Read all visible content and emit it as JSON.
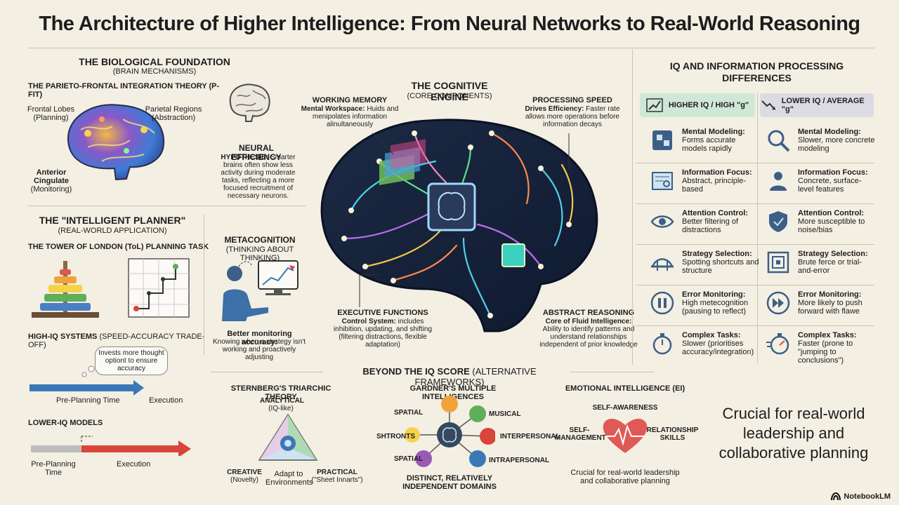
{
  "title": "The Architecture of Higher Intelligence: From Neural Networks to Real-World Reasoning",
  "bio": {
    "title": "THE BIOLOGICAL FOUNDATION",
    "subtitle": "(BRAIN MECHANISMS)",
    "theory": "THE PARIETO-FRONTAL INTEGRATION THEORY (P-FIT)",
    "frontal": "Frontal Lobes",
    "frontal_sub": "(Planning)",
    "parietal": "Parietal Regions",
    "parietal_sub": "(Abstraction)",
    "cingulate": "Anterior Cingulate",
    "cingulate_sub": "(Monitoring)",
    "efficiency_title": "NEURAL EFFICIENCY",
    "efficiency_lead": "HYPOTHESIS:",
    "efficiency_text": "Smarter brains often show less activity during moderate tasks, reflecting a more focused recruitment of necessary neurons."
  },
  "planner": {
    "title": "THE \"INTELLIGENT PLANNER\"",
    "subtitle": "(REAL-WORLD APPLICATION)",
    "task": "THE TOWER OF LONDON (ToL) PLANNING TASK",
    "high_title": "HIGH-IQ SYSTEMS",
    "high_sub": "(SPEED-ACCURACY TRADE-OFF)",
    "bubble": "Invests more thought optiont to ensure accuracy",
    "high_pre": "Pre-Planning Time",
    "high_exec": "Execution",
    "low_title": "LOWER-IQ MODELS",
    "low_pre": "Pre-Planning Time",
    "low_exec": "Execution"
  },
  "meta": {
    "title": "METACOGNITION",
    "subtitle": "(THINKING ABOUT THINKING)",
    "lead": "Better monitoring accuracy:",
    "text": "Knowing when a strategy isn't working and proactively adjusting"
  },
  "engine": {
    "title": "THE COGNITIVE ENGINE",
    "subtitle": "(CORE COMPONENTS)",
    "wm_title": "WORKING MEMORY",
    "wm_lead": "Mental Workspace:",
    "wm_text": "Huids and menipolates information alinultaneously",
    "ps_title": "PROCESSING SPEED",
    "ps_lead": "Drives Efficiency:",
    "ps_text": "Faster rate allows more operations before information decays",
    "ef_title": "EXECUTIVE FUNCTIONS",
    "ef_lead": "Control System:",
    "ef_text": "includes inhibition, updating, and shifting (filtering distractions, flexible adaptation)",
    "ar_title": "ABSTRACT REASONING",
    "ar_lead": "Core of Fluid Intelligence:",
    "ar_text": "Ability to identify patterns and understand relationships independent of prior knowledge"
  },
  "iq": {
    "title": "IQ AND INFORMATION PROCESSING DIFFERENCES",
    "high_header": "HIGHER IQ / HIGH \"g\"",
    "low_header": "LOWER IQ / AVERAGE \"g\"",
    "rows": [
      {
        "label": "Mental Modeling:",
        "high": "Forms accurate models rapidly",
        "low": "Slower, more concrete modeling",
        "high_icon": "puzzle-icon",
        "low_icon": "magnifier-icon"
      },
      {
        "label": "Information Focus:",
        "high": "Abstract, principle-based",
        "low": "Concrete, surface-level features",
        "high_icon": "blueprint-icon",
        "low_icon": "person-icon"
      },
      {
        "label": "Attention Control:",
        "high": "Better filtering of distractions",
        "low": "More susceptible to noise/bias",
        "high_icon": "eye-icon",
        "low_icon": "shield-icon"
      },
      {
        "label": "Strategy Selection:",
        "high": "Spotting shortcuts and structure",
        "low": "Brute ferce or trial-and-error",
        "high_icon": "bridge-icon",
        "low_icon": "maze-icon"
      },
      {
        "label": "Error Monitoring:",
        "high": "High metecognition (pausing to reflect)",
        "low": "More likely to push forward with flawe",
        "high_icon": "pause-icon",
        "low_icon": "fast-forward-icon"
      },
      {
        "label": "Complex Tasks:",
        "high": "Slower (prioritises accuracy/integration)",
        "low": "Faster (prone to \"jumping to conclusions\")",
        "high_icon": "stopwatch-icon",
        "low_icon": "speed-stopwatch-icon"
      }
    ]
  },
  "beyond": {
    "title": "BEYOND THE IQ SCORE",
    "subtitle": "(ALTERNATIVE FRAMEWORKS)",
    "sternberg_title": "STERNBERG'S TRIARCHIC THEORY",
    "analytical": "ANALYTICAL",
    "analytical_sub": "(IQ-like)",
    "creative": "CREATIVE",
    "creative_sub": "(Novelty)",
    "adapt": "Adapt to Environments",
    "practical": "PRACTICAL",
    "practical_sub": "(\"Sheet Innarts\")",
    "gardner_title": "GARDNER'S MULTIPLE INTELLIGENCES",
    "spatial1": "SPATIAL",
    "musical": "MUSICAL",
    "shtronts": "SHTRONTS",
    "interpersonal": "INTERPERSONAL",
    "spatial2": "SPATIAL",
    "intrapersonal": "INTRAPERSONAL",
    "gardner_foot": "DISTINCT, RELATIVELY INDEPENDENT DOMAINS",
    "ei_title": "EMOTIONAL INTELLIGENCE (EI)",
    "self_awareness": "SELF-AWARENESS",
    "self_management": "SELF-MANAGEMENT",
    "relationship": "RELATIONSHIP SKILLS",
    "ei_foot": "Crucial for real-world leadership and collaborative planning",
    "callout": "Crucial for real-world leadership and collaborative planning"
  },
  "logo": "NotebookLM",
  "colors": {
    "high_header": "#cfe8d6",
    "low_header": "#dcdbe3",
    "accent_blue": "#3a78b8",
    "accent_red": "#d9443b"
  }
}
